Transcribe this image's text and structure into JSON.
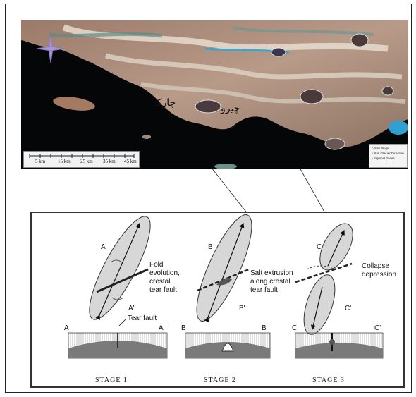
{
  "map": {
    "places": [
      "چارک",
      "چیرو"
    ],
    "scale_labels": [
      "5 km",
      "15 km",
      "25 km",
      "35 km",
      "45 km"
    ],
    "legend_items": [
      "Salt Plugs",
      "Salt Glacier Direction",
      "Sigmoid traces"
    ]
  },
  "diagram": {
    "stages": [
      "STAGE 1",
      "STAGE 2",
      "STAGE 3"
    ],
    "section_labels": {
      "s1_top": "A",
      "s1_bottom": "A'",
      "s1_left": "A",
      "s1_right": "A'",
      "s2_top": "B",
      "s2_bottom": "B'",
      "s2_left": "B",
      "s2_right": "B'",
      "s3_top": "C",
      "s3_bottom": "C'",
      "s3_left": "C",
      "s3_right": "C'"
    },
    "annotations": {
      "stage1_a": "Fold",
      "stage1_b": "evolution,",
      "stage1_c": "crestal",
      "stage1_d": "tear fault",
      "stage1_tear": "Tear fault",
      "stage2_a": "Salt extrusion",
      "stage2_b": "along crestal",
      "stage2_c": "tear fault",
      "stage3_a": "Collapse",
      "stage3_b": "depression"
    }
  },
  "colors": {
    "sea": "#050608",
    "land_warm": "#8b6a5e",
    "land_light": "#d8cdbf",
    "salt_water": "#3a9fc5",
    "ellipse_fill": "#d7d7d7"
  }
}
